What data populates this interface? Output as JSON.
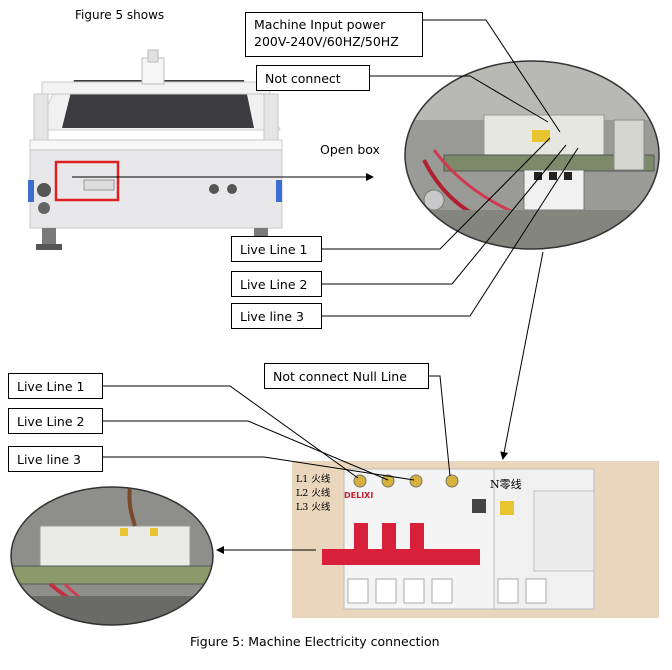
{
  "figure_intro": "Figure 5 shows",
  "labels": {
    "machine_input_power_line1": "Machine Input power",
    "machine_input_power_line2": "200V-240V/60HZ/50HZ",
    "not_connect": "Not connect",
    "open_box": "Open box",
    "live_line_1_top": "Live Line 1",
    "live_line_2_top": "Live Line 2",
    "live_line_3_top": "Live line 3",
    "not_connect_null_line": "Not connect Null Line",
    "live_line_1_bottom": "Live Line 1",
    "live_line_2_bottom": "Live Line 2",
    "live_line_3_bottom": "Live line 3"
  },
  "breaker": {
    "l1": "L1 火线",
    "l2": "L2 火线",
    "l3": "L3 火线",
    "n": "N零线",
    "brand": "DELIXI"
  },
  "caption": "Figure 5: Machine Electricity connection",
  "colors": {
    "highlight_box": "#e02020",
    "breaker_red": "#d8203a",
    "breaker_panel_bg": "#e9d6bd",
    "machine_body": "#e8e8ea"
  }
}
